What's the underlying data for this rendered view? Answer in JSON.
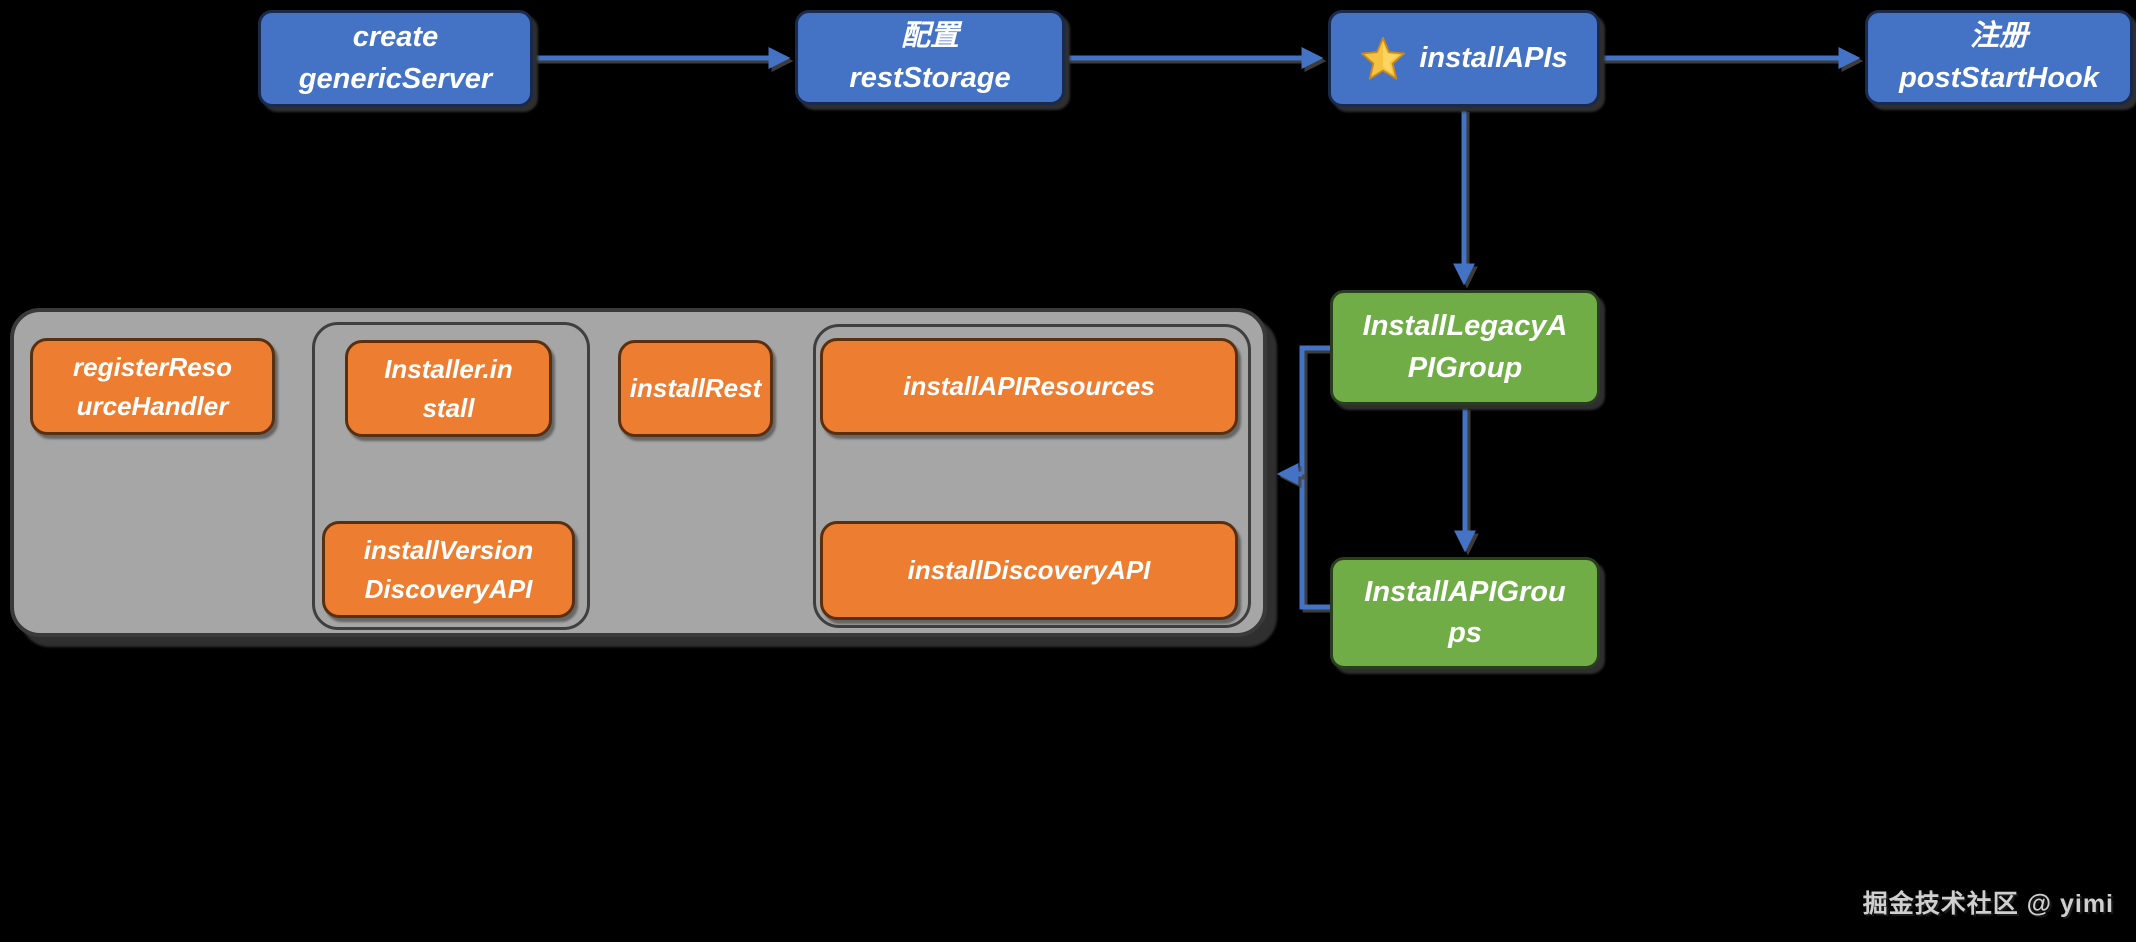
{
  "colors": {
    "background": "#000000",
    "blue": "#4472C4",
    "green": "#70AD47",
    "orange": "#ED7D31",
    "gray_container": "#A6A6A6",
    "arrow": "#4472C4"
  },
  "diagram": {
    "top_flow": {
      "create_generic_server": [
        "create",
        "genericServer"
      ],
      "rest_storage": [
        "配置",
        "restStorage"
      ],
      "install_apis": "installAPIs",
      "post_start_hook": [
        "注册",
        "postStartHook"
      ]
    },
    "green_nodes": {
      "install_legacy_api_group": [
        "InstallLegacyA",
        "PIGroup"
      ],
      "install_api_groups": [
        "InstallAPIGrou",
        "ps"
      ]
    },
    "container_nodes": {
      "register_resource_handler": [
        "registerReso",
        "urceHandler"
      ],
      "installer_install": [
        "Installer.in",
        "stall"
      ],
      "install_version_discovery_api": [
        "installVersion",
        "DiscoveryAPI"
      ],
      "install_rest": "installRest",
      "install_api_resources": "installAPIResources",
      "install_discovery_api": "installDiscoveryAPI"
    },
    "icons": {
      "star_icon": "gold-star"
    },
    "watermark": "掘金技术社区 @ yimi"
  }
}
